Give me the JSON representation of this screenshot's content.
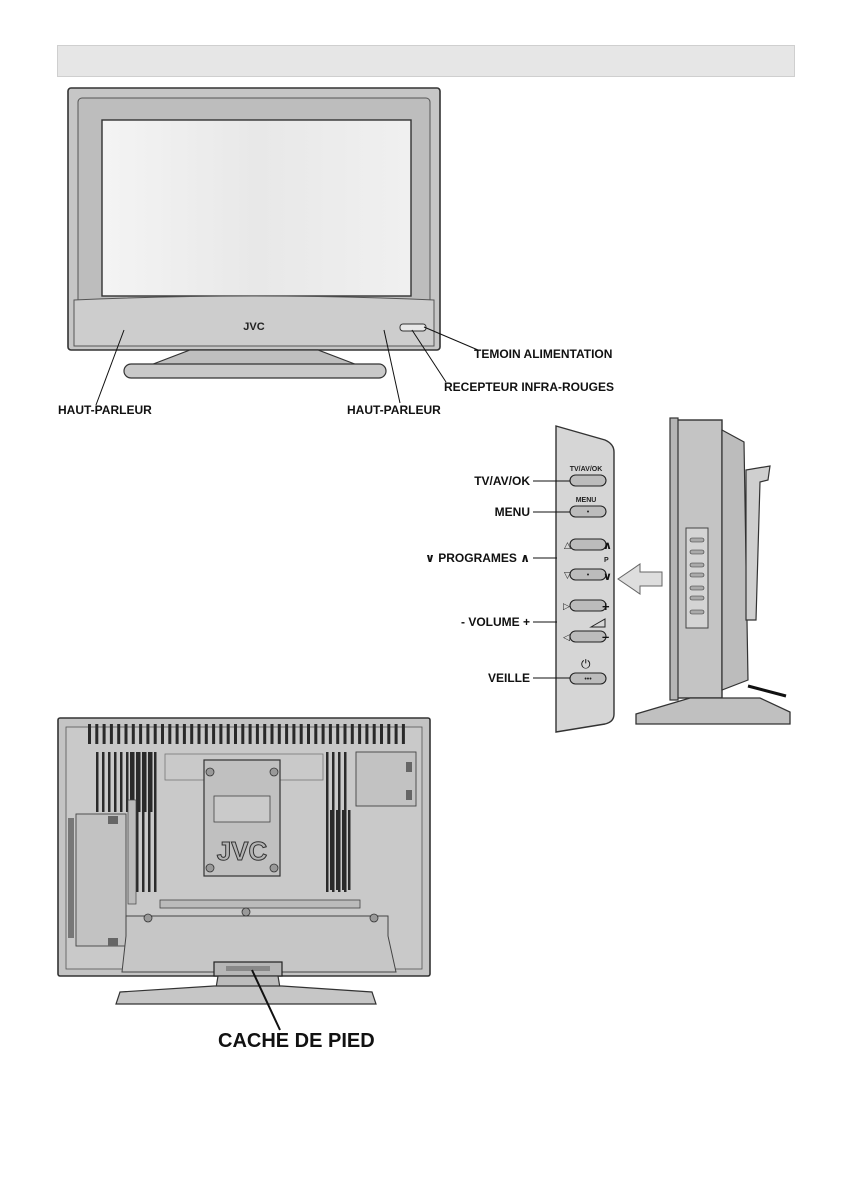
{
  "header": {
    "title": ""
  },
  "front_view": {
    "brand": "JVC",
    "labels": {
      "power_led": "TEMOIN ALIMENTATION",
      "ir_receiver": "RECEPTEUR INFRA-ROUGES",
      "speaker_left": "HAUT-PARLEUR",
      "speaker_right": "HAUT-PARLEUR"
    }
  },
  "side_panel": {
    "button_labels": {
      "tv_av_ok": "TV/AV/OK",
      "menu": "MENU",
      "programmes": "∨ PROGRAMES ∧",
      "volume": "- VOLUME +",
      "standby": "VEILLE"
    },
    "panel_text": {
      "tv_av_ok": "TV/AV/OK",
      "menu": "MENU",
      "p_mark": "P"
    }
  },
  "rear_view": {
    "brand": "JVC",
    "labels": {
      "stand_cover": "CACHE DE PIED"
    }
  },
  "colors": {
    "tv_body": "#c8c8c8",
    "tv_outline": "#333333",
    "screen": "#ededed",
    "header_bar": "#e6e6e6",
    "arrow_fill": "#dddddd"
  }
}
